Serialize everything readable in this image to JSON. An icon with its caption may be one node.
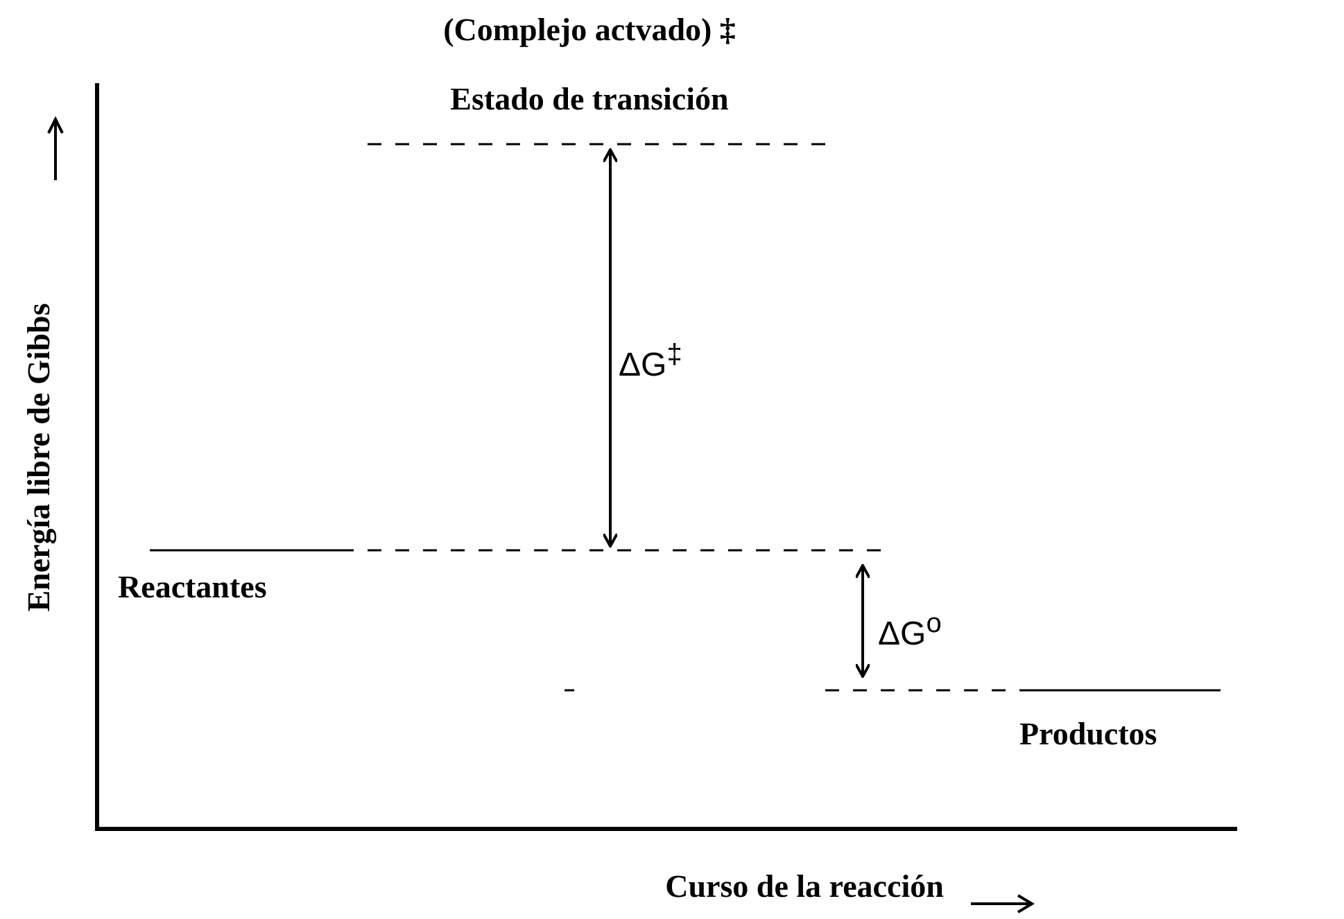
{
  "diagram": {
    "labels": [
      "(Complejo actvado) ‡",
      "Estado de transición",
      "ΔG$^{‡}$",
      "Reactantes",
      "ΔG$^{o}$",
      "Productos",
      "Energía libre de Gibbs",
      "Curso de la reacción"
    ]
  }
}
